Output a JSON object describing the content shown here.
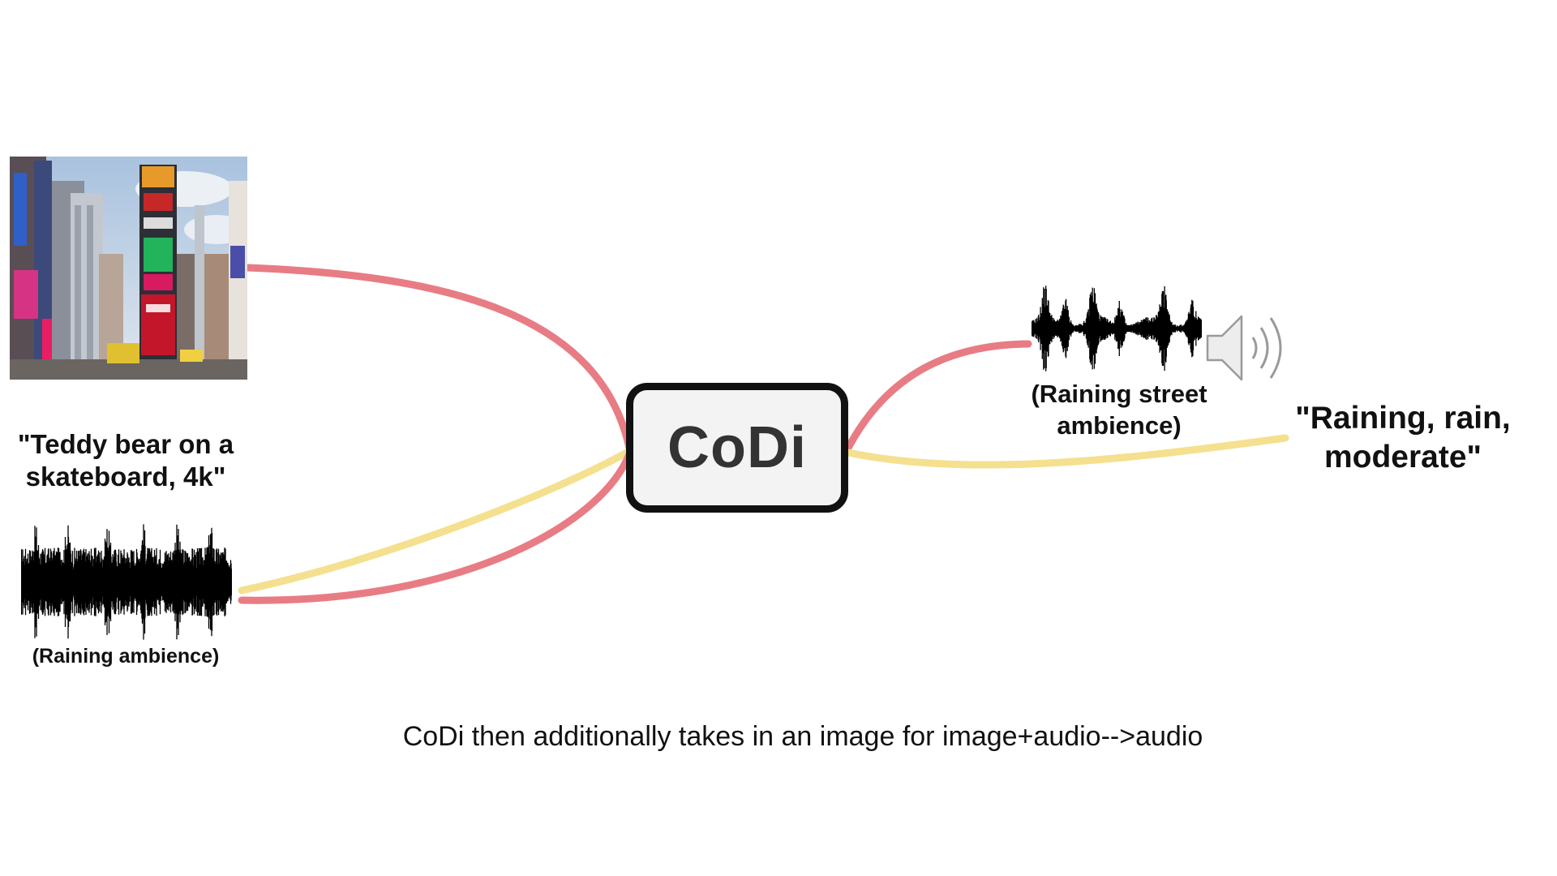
{
  "diagram": {
    "center_label": "CoDi",
    "inputs": {
      "text_prompt": "\"Teddy bear on a skateboard, 4k\"",
      "audio_caption": "(Raining ambience)",
      "image_icon": "times-square-photo"
    },
    "outputs": {
      "audio_caption": "(Raining street ambience)",
      "text_output": "\"Raining, rain, moderate\"",
      "speaker_icon": "speaker-icon"
    },
    "caption": "CoDi then additionally takes in an image for image+audio-->audio"
  },
  "colors": {
    "audio_connector": "#e87c84",
    "text_connector": "#f4e08f",
    "box_border": "#111111",
    "box_fill": "#f3f3f3"
  }
}
